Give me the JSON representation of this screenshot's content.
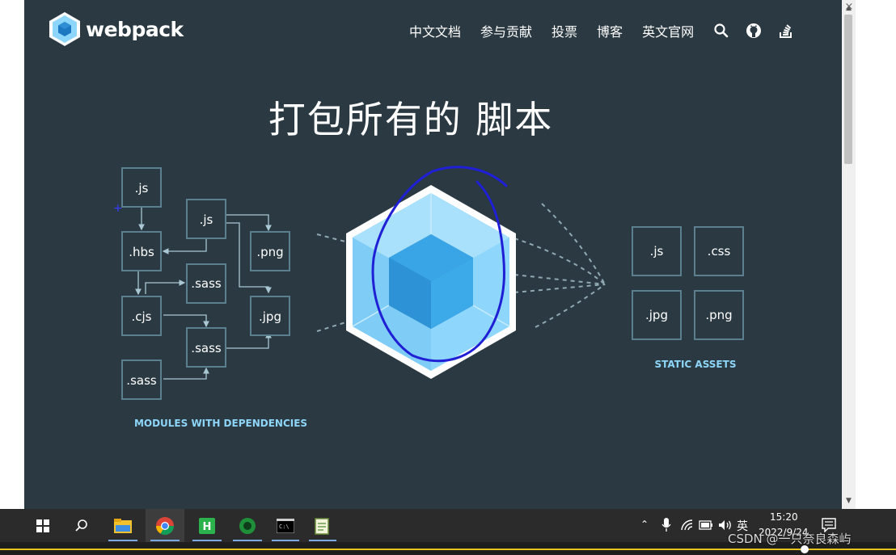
{
  "app": {
    "brand": "webpack",
    "nav": [
      {
        "label": "中文文档"
      },
      {
        "label": "参与贡献"
      },
      {
        "label": "投票"
      },
      {
        "label": "博客"
      },
      {
        "label": "英文官网"
      }
    ],
    "nav_icons": [
      "search-icon",
      "github-icon",
      "stack-overflow-icon"
    ]
  },
  "hero": {
    "title": "打包所有的 脚本"
  },
  "diagram": {
    "modules": [
      ".js",
      ".hbs",
      ".js",
      ".png",
      ".sass",
      ".cjs",
      ".jpg",
      ".sass",
      ".sass"
    ],
    "modules_label": "MODULES WITH DEPENDENCIES",
    "assets": [
      ".js",
      ".css",
      ".jpg",
      ".png"
    ],
    "assets_label": "STATIC ASSETS"
  },
  "taskbar": {
    "time": "15:20",
    "date": "2022/9/24",
    "ime": "英",
    "apps": [
      "start-icon",
      "search-icon",
      "file-explorer-icon",
      "chrome-icon",
      "hbuilder-icon",
      "app-icon",
      "terminal-icon",
      "notepad-icon"
    ]
  },
  "watermark": "CSDN @一只奈良森屿",
  "colors": {
    "bg": "#2b3a42",
    "accent": "#8dd6f9",
    "cube_outer": "#8ed6fb",
    "cube_inner": "#1c78c0",
    "annotation": "#1f1fd6"
  }
}
